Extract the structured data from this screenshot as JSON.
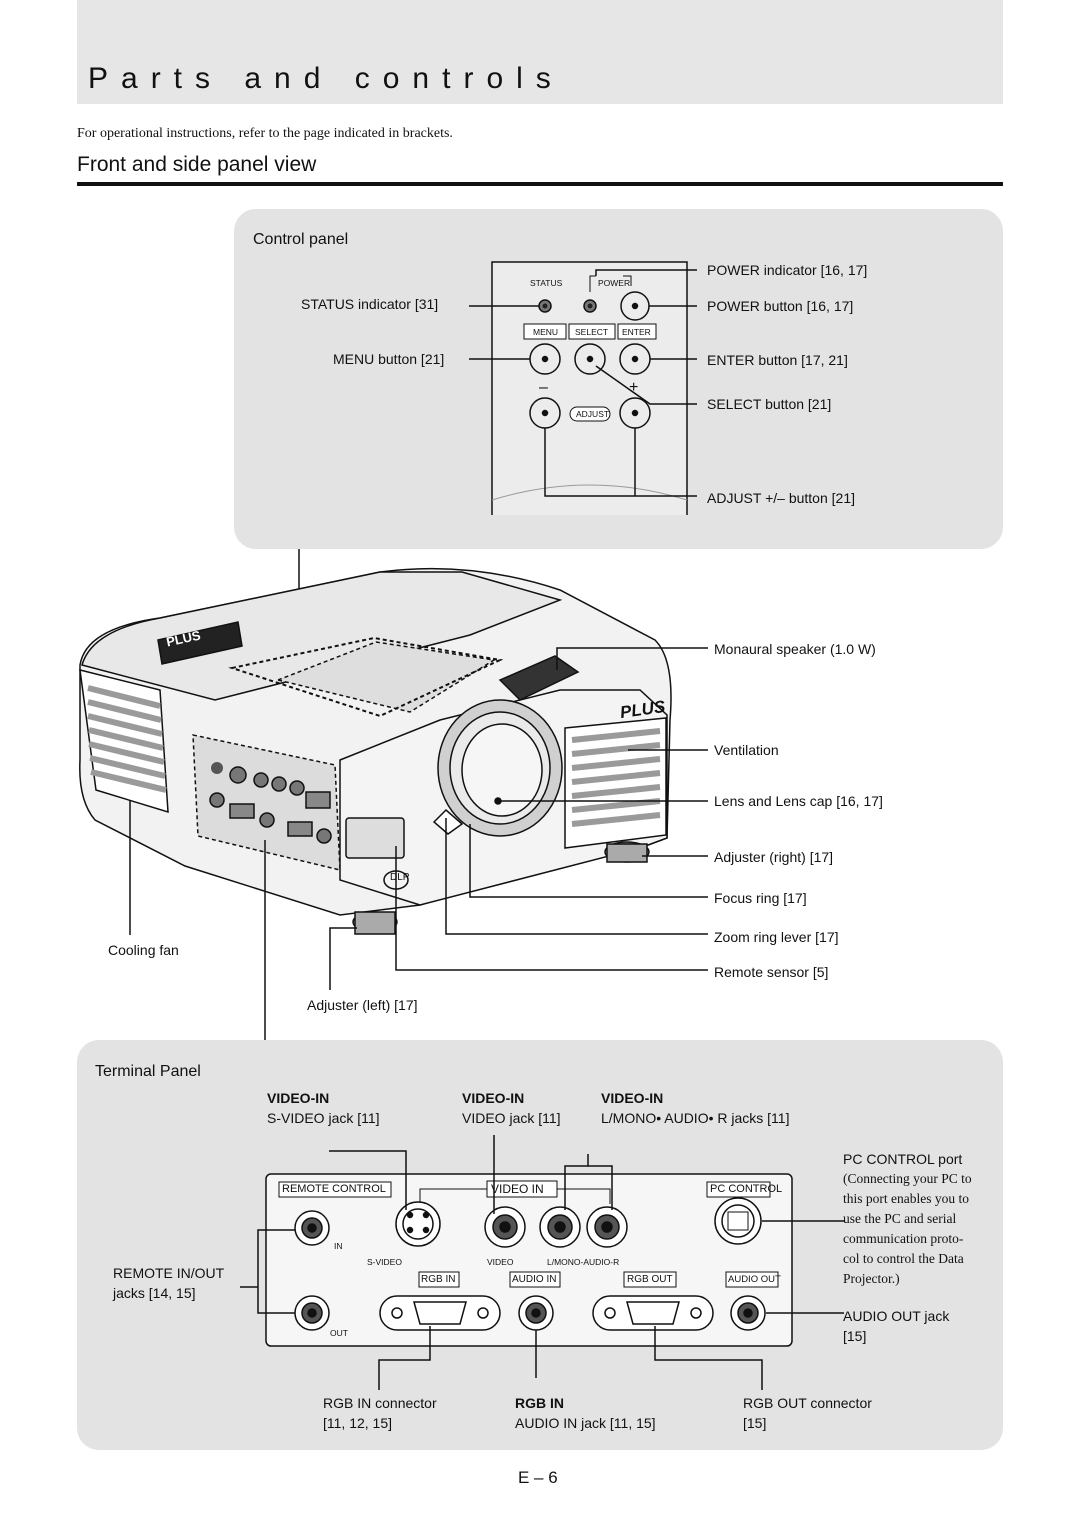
{
  "page": {
    "title": "Parts and controls",
    "intro": "For operational instructions, refer to the page indicated in brackets.",
    "section_heading": "Front and side panel view",
    "page_number": "E – 6"
  },
  "control_panel": {
    "heading": "Control panel",
    "panel_marks": {
      "status": "STATUS",
      "power": "POWER",
      "menu": "MENU",
      "select": "SELECT",
      "enter": "ENTER",
      "minus": "–",
      "plus": "+",
      "adjust": "ADJUST"
    },
    "labels": {
      "status_indicator": "STATUS indicator [31]",
      "menu_button": "MENU button [21]",
      "power_indicator": "POWER indicator [16, 17]",
      "power_button": "POWER button [16, 17]",
      "enter_button": "ENTER button [17, 21]",
      "select_button": "SELECT button [21]",
      "adjust_button": "ADJUST +/– button [21]"
    }
  },
  "projector": {
    "logo": "PLUS",
    "dlp_mark": "DLP",
    "labels": {
      "speaker": "Monaural speaker (1.0 W)",
      "ventilation": "Ventilation",
      "lens": "Lens and Lens cap [16, 17]",
      "adjuster_right": "Adjuster (right) [17]",
      "focus_ring": "Focus ring [17]",
      "zoom_lever": "Zoom ring lever [17]",
      "remote_sensor": "Remote sensor [5]",
      "cooling_fan": "Cooling fan",
      "adjuster_left": "Adjuster (left) [17]"
    }
  },
  "terminal_panel": {
    "heading": "Terminal Panel",
    "top_labels": {
      "svideo_head": "VIDEO-IN",
      "svideo": "S-VIDEO jack [11]",
      "video_head": "VIDEO-IN",
      "video": "VIDEO jack [11]",
      "audio_head": "VIDEO-IN",
      "audio": "L/MONO• AUDIO• R jacks [11]"
    },
    "pc_control": {
      "title": "PC CONTROL port",
      "note_lines": [
        "(Connecting your PC to",
        "this port enables you to",
        "use the PC and serial",
        "communication proto-",
        "col to control the Data",
        "Projector.)"
      ]
    },
    "remote": {
      "label_line1": "REMOTE IN/OUT",
      "label_line2": "jacks [14, 15]"
    },
    "audio_out": {
      "line1": "AUDIO OUT jack",
      "line2": "[15]"
    },
    "panel_marks": {
      "remote_control": "REMOTE CONTROL",
      "video_in": "VIDEO IN",
      "pc_control": "PC CONTROL",
      "in": "IN",
      "out": "OUT",
      "s_video": "S-VIDEO",
      "video": "VIDEO",
      "l_mono_audio_r": "L/MONO-AUDIO-R",
      "rgb_in": "RGB IN",
      "audio_in": "AUDIO IN",
      "rgb_out": "RGB OUT",
      "audio_out": "AUDIO OUT"
    },
    "bottom_labels": {
      "rgb_in_connector": "RGB IN connector",
      "rgb_in_pages": "[11, 12, 15]",
      "rgb_in_audio_head": "RGB IN",
      "audio_in_jack": "AUDIO IN jack [11, 15]",
      "rgb_out_connector": "RGB OUT connector",
      "rgb_out_pages": "[15]"
    }
  }
}
